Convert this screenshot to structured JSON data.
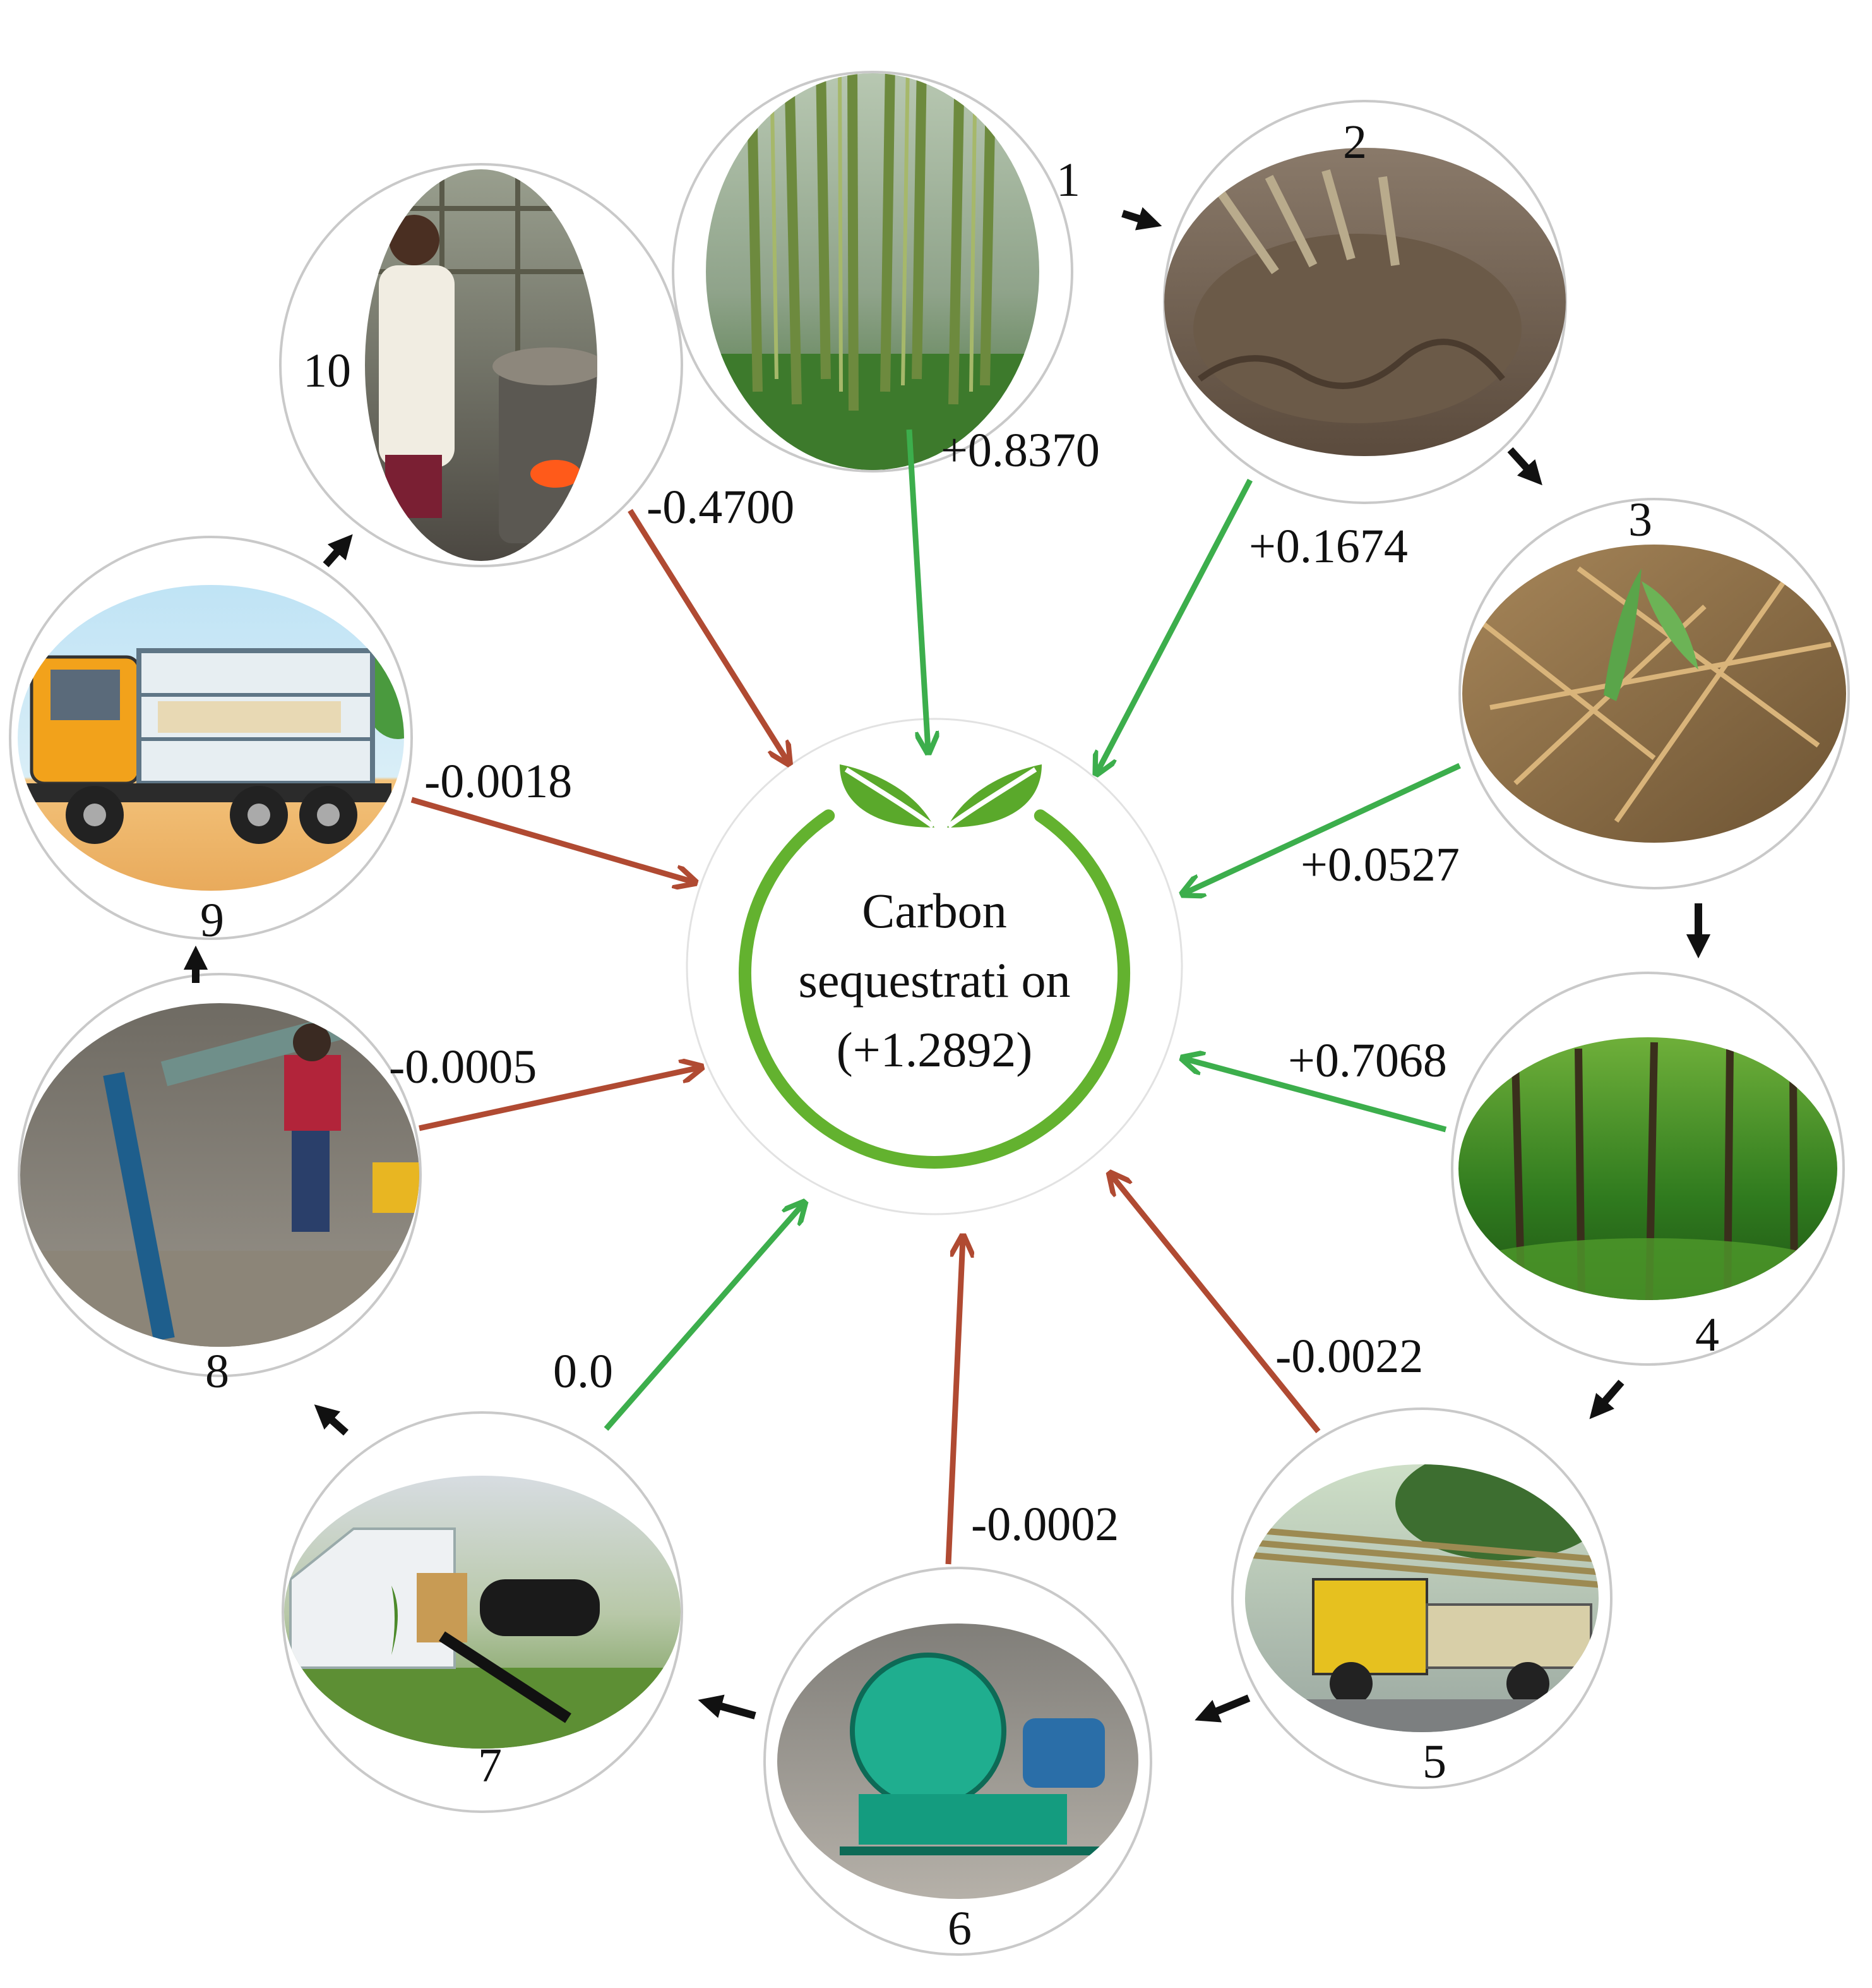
{
  "center": {
    "line1": "Carbon",
    "line2": "sequestrati on",
    "line3": "(+1.2892)"
  },
  "colors": {
    "positive": "#3cae4c",
    "negative": "#b04a32",
    "flow": "#111111",
    "ring": "#63b22f",
    "leaf": "#5aa92b"
  },
  "icons": {
    "center": "leaf-icon"
  },
  "stages": [
    {
      "number": "1",
      "value": "+0.8370",
      "sign": "positive",
      "scene": "bamboo stand"
    },
    {
      "number": "2",
      "value": "+0.1674",
      "sign": "positive",
      "scene": "bamboo roots"
    },
    {
      "number": "3",
      "value": "+0.0527",
      "sign": "positive",
      "scene": "leaf litter"
    },
    {
      "number": "4",
      "value": "+0.7068",
      "sign": "positive",
      "scene": "forest"
    },
    {
      "number": "5",
      "value": "-0.0022",
      "sign": "negative",
      "scene": "bamboo truck"
    },
    {
      "number": "6",
      "value": "-0.0002",
      "sign": "negative",
      "scene": "chipper machine"
    },
    {
      "number": "7",
      "value": "0.0",
      "sign": "positive",
      "scene": "solar dryer kiln"
    },
    {
      "number": "8",
      "value": "-0.0005",
      "sign": "negative",
      "scene": "briquette press"
    },
    {
      "number": "9",
      "value": "-0.0018",
      "sign": "negative",
      "scene": "delivery truck"
    },
    {
      "number": "10",
      "value": "-0.4700",
      "sign": "negative",
      "scene": "cook stove"
    }
  ]
}
